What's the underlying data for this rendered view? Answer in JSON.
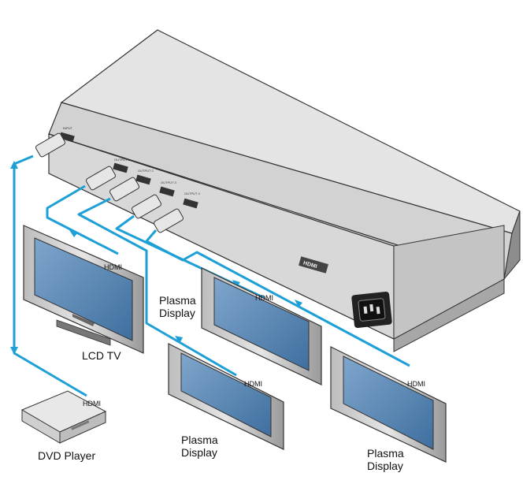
{
  "device": {
    "input_port": "INPUT",
    "output_ports": [
      "OUTPUT 1",
      "OUTPUT 2",
      "OUTPUT 3",
      "OUTPUT 4"
    ],
    "logo": "HDMI"
  },
  "connection_label": "HDMI",
  "labels": {
    "lcd_tv": "LCD TV",
    "dvd_player": "DVD Player",
    "plasma_1_line1": "Plasma",
    "plasma_1_line2": "Display",
    "plasma_2_line1": "Plasma",
    "plasma_2_line2": "Display",
    "plasma_3_line1": "Plasma",
    "plasma_3_line2": "Display"
  },
  "colors": {
    "cable": "#1ea0d6",
    "chassis": "#dcdcdc",
    "screen": "#4d7fb0"
  }
}
